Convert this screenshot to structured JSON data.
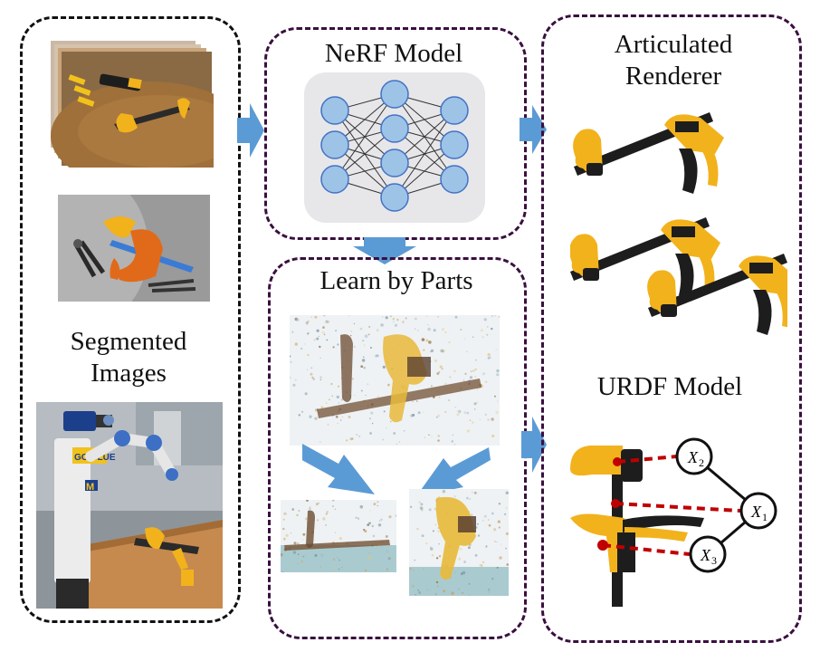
{
  "panels": {
    "inputs": {
      "title_line1": "Segmented",
      "title_line2": "Images"
    },
    "nerf": {
      "title": "NeRF Model"
    },
    "parts": {
      "title": "Learn by Parts"
    },
    "renderer": {
      "title_line1": "Articulated",
      "title_line2": "Renderer"
    },
    "urdf": {
      "title": "URDF Model",
      "nodes": [
        {
          "base": "X",
          "sub": "2"
        },
        {
          "base": "X",
          "sub": "1"
        },
        {
          "base": "X",
          "sub": "3"
        }
      ]
    },
    "robot_photo": {
      "shirt_text": "GO BLUE",
      "logo_text": "M"
    }
  },
  "colors": {
    "dashed_border_dark": "#111111",
    "dashed_border_purple": "#3a0f3f",
    "arrow_blue": "#5b9bd5",
    "neuron_fill": "#9dc3e6",
    "neuron_stroke": "#4472c4",
    "nn_background": "#e7e7ea",
    "tool_yellow": "#f2b21c",
    "tool_black": "#1d1d1d",
    "joint_red": "#c00000"
  }
}
